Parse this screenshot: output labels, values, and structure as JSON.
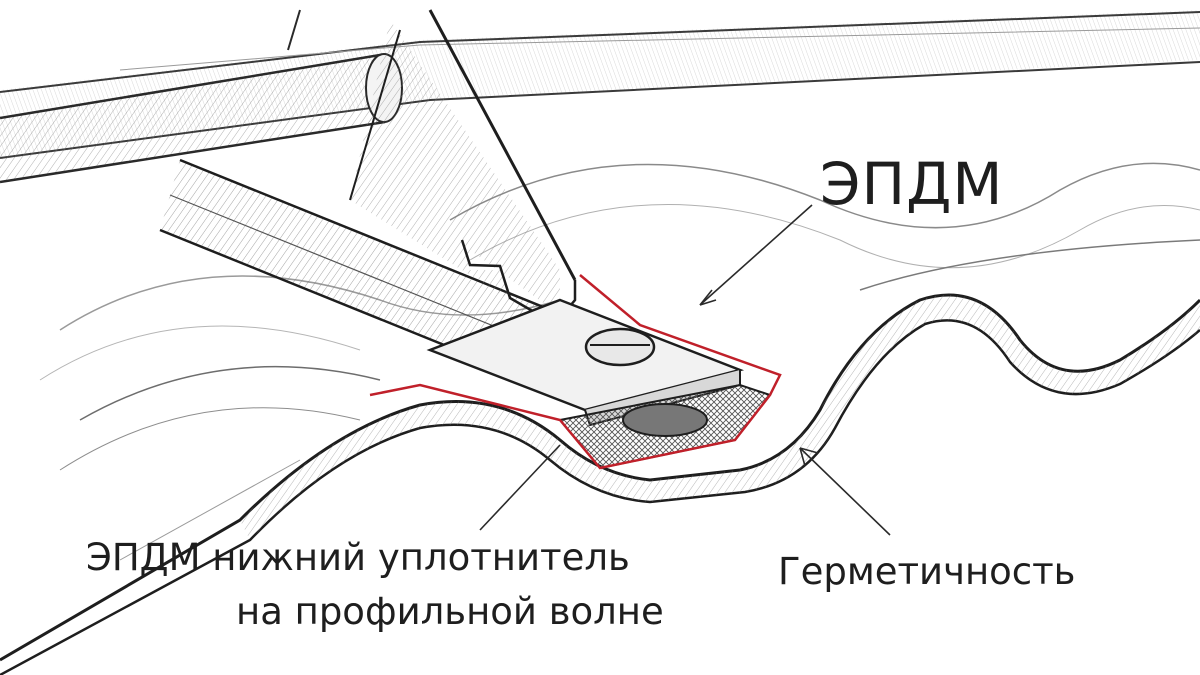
{
  "labels": {
    "epdm": "ЭПДМ",
    "bottom_seal_line1": "ЭПДМ нижний уплотнитель",
    "bottom_seal_line2": "на профильной волне",
    "tightness": "Герметичность"
  },
  "colors": {
    "seal_highlight": "#c0202a",
    "ink": "#2a2a2a",
    "hatch": "#8a8a8a"
  }
}
